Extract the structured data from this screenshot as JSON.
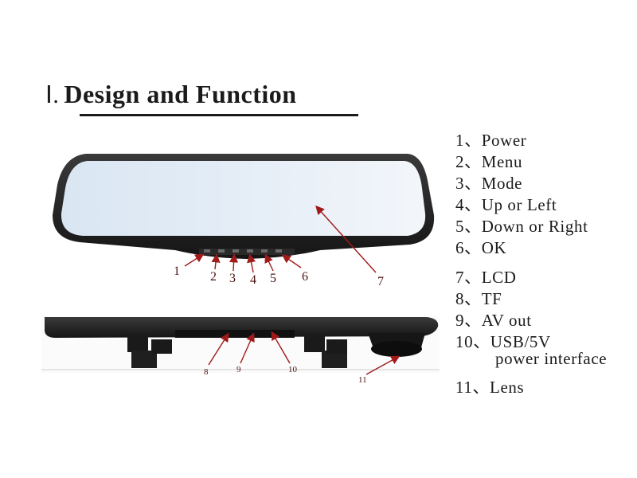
{
  "heading": {
    "number": "Ⅰ.",
    "title": "Design and Function"
  },
  "mirror_callouts": [
    "1",
    "2",
    "3",
    "4",
    "5",
    "6",
    "7"
  ],
  "bottom_callouts": [
    "8",
    "9",
    "10",
    "11"
  ],
  "legend": [
    "1、Power",
    "2、Menu",
    "3、Mode",
    "4、Up or Left",
    "5、Down or Right",
    "6、OK",
    "7、LCD",
    "8、TF",
    "9、AV out",
    "10、USB/5V",
    "power interface",
    "11、Lens"
  ]
}
